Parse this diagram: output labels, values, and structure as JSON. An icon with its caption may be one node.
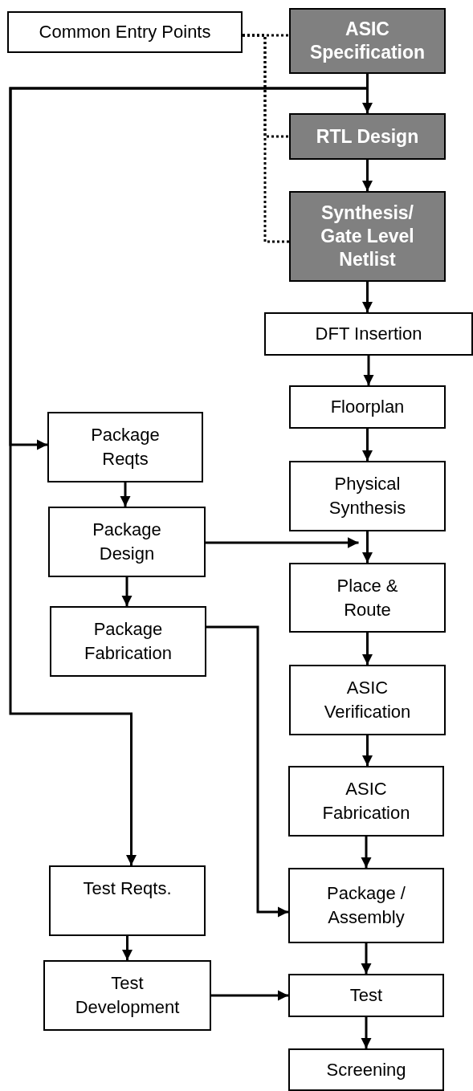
{
  "diagram": {
    "nodes": [
      {
        "text": [
          "Common Entry Points"
        ]
      },
      {
        "text": [
          "ASIC Specification"
        ]
      },
      {
        "text": [
          "RTL Design"
        ]
      },
      {
        "text": [
          "Synthesis/ Gate Level Netlist"
        ]
      },
      {
        "text": [
          "DFT Insertion"
        ]
      },
      {
        "text": [
          "Floorplan"
        ]
      },
      {
        "text": [
          "Physical Synthesis"
        ]
      },
      {
        "text": [
          "Place & Route"
        ]
      },
      {
        "text": [
          "ASIC Verification"
        ]
      },
      {
        "text": [
          "ASIC Fabrication"
        ]
      },
      {
        "text": [
          "Package / Assembly"
        ]
      },
      {
        "text": [
          "Test"
        ]
      },
      {
        "text": [
          "Screening"
        ]
      },
      {
        "text": [
          "Package Reqts"
        ]
      },
      {
        "text": [
          "Package Design"
        ]
      },
      {
        "text": [
          "Package Fabrication"
        ]
      },
      {
        "text": [
          "Test Reqts."
        ]
      },
      {
        "text": [
          "Test Development"
        ]
      }
    ],
    "edges": [
      {
        "from": 0,
        "to": 1,
        "arrow": "none",
        "style": "dashed"
      },
      {
        "from": 0,
        "to": 2,
        "arrow": "none",
        "style": "dashed"
      },
      {
        "from": 0,
        "to": 3,
        "arrow": "none",
        "style": "dashed"
      },
      {
        "from": 1,
        "to": 2,
        "arrow": "to"
      },
      {
        "from": 1,
        "to": 13,
        "arrow": "to"
      },
      {
        "from": 1,
        "to": 16,
        "arrow": "to"
      },
      {
        "from": 2,
        "to": 3,
        "arrow": "to"
      },
      {
        "from": 3,
        "to": 4,
        "arrow": "to"
      },
      {
        "from": 4,
        "to": 5,
        "arrow": "to"
      },
      {
        "from": 5,
        "to": 6,
        "arrow": "to"
      },
      {
        "from": 6,
        "to": 7,
        "arrow": "to"
      },
      {
        "from": 7,
        "to": 8,
        "arrow": "to"
      },
      {
        "from": 8,
        "to": 9,
        "arrow": "to"
      },
      {
        "from": 9,
        "to": 10,
        "arrow": "to"
      },
      {
        "from": 10,
        "to": 11,
        "arrow": "to"
      },
      {
        "from": 11,
        "to": 12,
        "arrow": "to"
      },
      {
        "from": 13,
        "to": 14,
        "arrow": "to"
      },
      {
        "from": 14,
        "to": 15,
        "arrow": "to"
      },
      {
        "from": 14,
        "to": 7,
        "arrow": "to"
      },
      {
        "from": 15,
        "to": 10,
        "arrow": "to"
      },
      {
        "from": 16,
        "to": 17,
        "arrow": "to"
      },
      {
        "from": 17,
        "to": 11,
        "arrow": "to"
      }
    ]
  }
}
